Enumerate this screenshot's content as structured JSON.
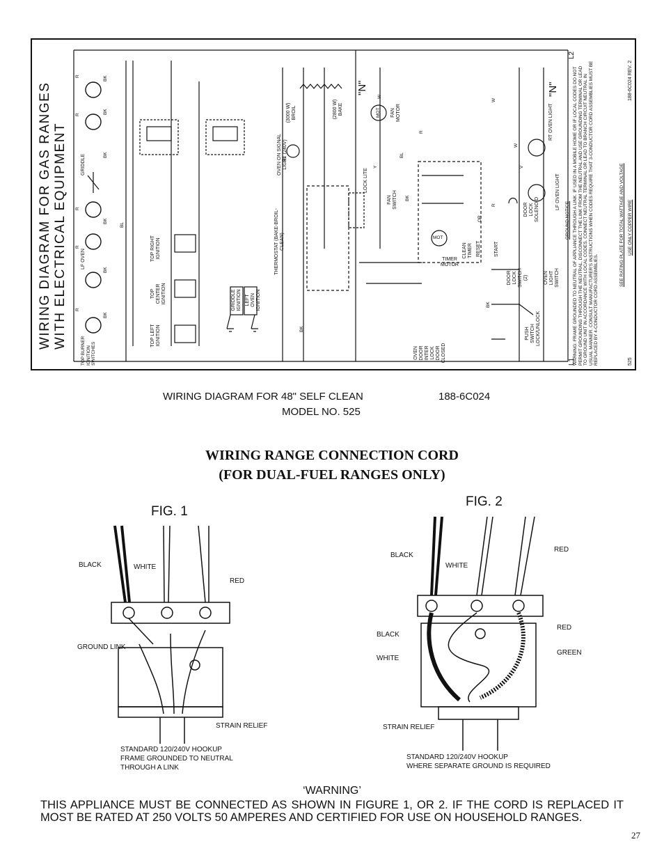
{
  "diagram": {
    "title_line1": "WIRING DIAGRAM FOR GAS RANGES",
    "title_line2": "WITH ELECTRICAL EQUIPMENT",
    "labels": {
      "top_burner": "TOP BURNER IGNITION SWITCHES",
      "lf_oven": "LF OVEN",
      "griddle": "GRIDDLE",
      "top_left": "TOP LEFT IGNITION",
      "top_center": "TOP CENTER IGNITION",
      "top_right": "TOP RIGHT IGNITION",
      "griddle_ign": "GRIDDLE IGNITION",
      "left_oven_ign": "LEFT OVEN IGNITION",
      "thermostat": "THERMOSTAT (BAKE-BROIL-CLEAN)",
      "oven_signal": "OVEN ON SIGNAL LIGHT (240V)",
      "broil": "(3000 W) BROIL",
      "bake": "(2800 W) BAKE",
      "lock_lite": "LOCK LITE",
      "fan_switch": "FAN SWITCH",
      "fan_motor": "FAN MOTOR",
      "timer_motor": "TIMER MOTOR",
      "clean_timer": "CLEAN TIMER",
      "reset": "RESET",
      "start": "START",
      "door_lock_switch": "DOOR LOCK SWITCH (2)",
      "door_lock_solenoid": "DOOR LOCK SOLENOID",
      "oven_door": "OVEN DOOR INTER LOCK DOOR CLOSED",
      "push_switch": "PUSH SWITCH LOCK/UNLOCK",
      "oven_light_switch": "OVEN LIGHT SWITCH",
      "lf_oven_light": "LF OVEN LIGHT",
      "rt_oven_light": "RT OVEN LIGHT",
      "n_label": "\"N\"",
      "l1": "L1",
      "l2": "L2",
      "mot": "MOT",
      "wire_r": "R",
      "wire_bk": "BK",
      "wire_bl": "BL",
      "wire_w": "W",
      "wire_y": "Y",
      "wire_v": "V",
      "wire_or": "OR",
      "ground_notice": "GROUND NOTICE",
      "warning_head": "WARNING:",
      "warning_text": "FRAME GROUNDED TO NEUTRAL OF APPLIANCE THROUGH A LINK. IF USED IN A MOBILE HOME OR IF LOCAL CODES DO NOT PERMIT GROUNDING THROUGH THE NEUTRAL, DISCONNECT THE LINK FROM THE NEUTRAL AND USE GROUNDING TERMINAL OR LEAD TO GROUND UNIT IN ACCORDANCE WITH LOCAL CODES. CONNECT NEUTRAL TERMINAL OR LEAD TO BRANCH CIRCUIT NEUTRAL IN USUAL MANNER. CONSULT MANUFACTURER'S INSTRUCTIONS WHEN CODES REQUIRE THAT 3-CONDUCTOR CORD ASSEMBLIES MUST BE REPLACED BY 4-CONDUCTOR CORD ASSEMBLIES.",
      "see_rating": "SEE RATING PLATE FOR TOTAL WATTAGE AND VOLTAGE",
      "copper": "USE ONLY COPPER WIRE",
      "model_corner": "525",
      "rev": "188-6C024 REV. 2"
    }
  },
  "caption": {
    "line1": "WIRING DIAGRAM FOR 48\" SELF CLEAN",
    "code": "188-6C024",
    "line2": "MODEL NO. 525"
  },
  "section": {
    "title1": "WIRING RANGE CONNECTION CORD",
    "title2": "(FOR DUAL-FUEL RANGES ONLY)"
  },
  "fig1": {
    "title": "FIG. 1",
    "black": "BLACK",
    "white": "WHITE",
    "red": "RED",
    "ground_link": "GROUND LINK",
    "strain_relief": "STRAIN RELIEF",
    "note1": "STANDARD 120/240V HOOKUP",
    "note2": "FRAME GROUNDED TO NEUTRAL",
    "note3": "THROUGH A LINK"
  },
  "fig2": {
    "title": "FIG. 2",
    "black_top": "BLACK",
    "white_top": "WHITE",
    "red_top": "RED",
    "black": "BLACK",
    "white": "WHITE",
    "red": "RED",
    "green": "GREEN",
    "strain_relief": "STRAIN RELIEF",
    "note1": "STANDARD 120/240V HOOKUP",
    "note2": "WHERE SEPARATE GROUND IS REQUIRED"
  },
  "warning": {
    "title": "‘WARNING’",
    "body": "THIS APPLIANCE MUST BE CONNECTED AS SHOWN IN FIGURE 1, OR 2. IF THE CORD IS REPLACED IT MOST BE RATED AT 250 VOLTS 50 AMPERES AND CERTIFIED FOR USE ON HOUSEHOLD RANGES."
  },
  "page_number": "27"
}
